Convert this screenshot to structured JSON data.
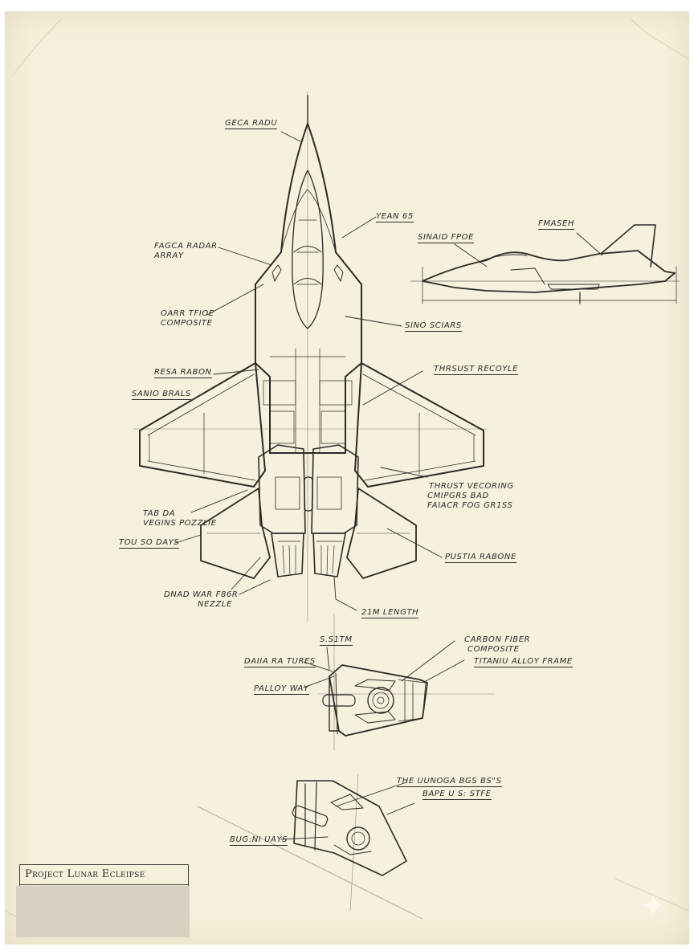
{
  "document": {
    "type": "aircraft blueprint sketch",
    "title_block": {
      "project": "Project Lunar Ecleipse"
    },
    "colors": {
      "paper": "#f6f1dd",
      "ink": "#2a2a26",
      "redaction": "#d6d1c0"
    }
  },
  "labels": {
    "top_view": {
      "nose": "Geca radu",
      "radar_array": [
        "Fagca radar",
        "array"
      ],
      "composite": [
        "Oarr tfioe",
        "composite"
      ],
      "yean": "Yean 65",
      "sino_sciars": "Sino sciars",
      "resa_rabon": "Resa rabon",
      "sanio_brals": "Sanio brals",
      "thrust_recoyle": "Thrsust recoyle",
      "thrust_vectoring": [
        "Thrust vecoring",
        "cmipgrs bad",
        "faiacr fog gr1ss"
      ],
      "tab_vectoring_nozzle": [
        "Tab da",
        "vegins pozzlie"
      ],
      "tou_days": "Tou so days",
      "pustia_rabone": "Pustia rabone",
      "dual_nozzle": [
        "Dnad war f86r",
        "nezzle"
      ],
      "length": "21m length"
    },
    "side_view": {
      "canopy": "Sinaid fpoe",
      "tail": "Fmaseh"
    },
    "detail_1": {
      "top": "S.s1tm",
      "drum_tubes": "Daiia ra tures",
      "alloy_way": "Palloy way",
      "carbon_fiber": [
        "Carbon fiber",
        "composite"
      ],
      "titanium_frame": "Titaniu alloy frame"
    },
    "detail_2": {
      "line_1": "The uunoga bgs bs\"s",
      "line_2": "bape u s: stfe",
      "burn_ways": "Bug:ni uays"
    }
  },
  "icons": {
    "corner_mark": "sparkle-icon"
  }
}
